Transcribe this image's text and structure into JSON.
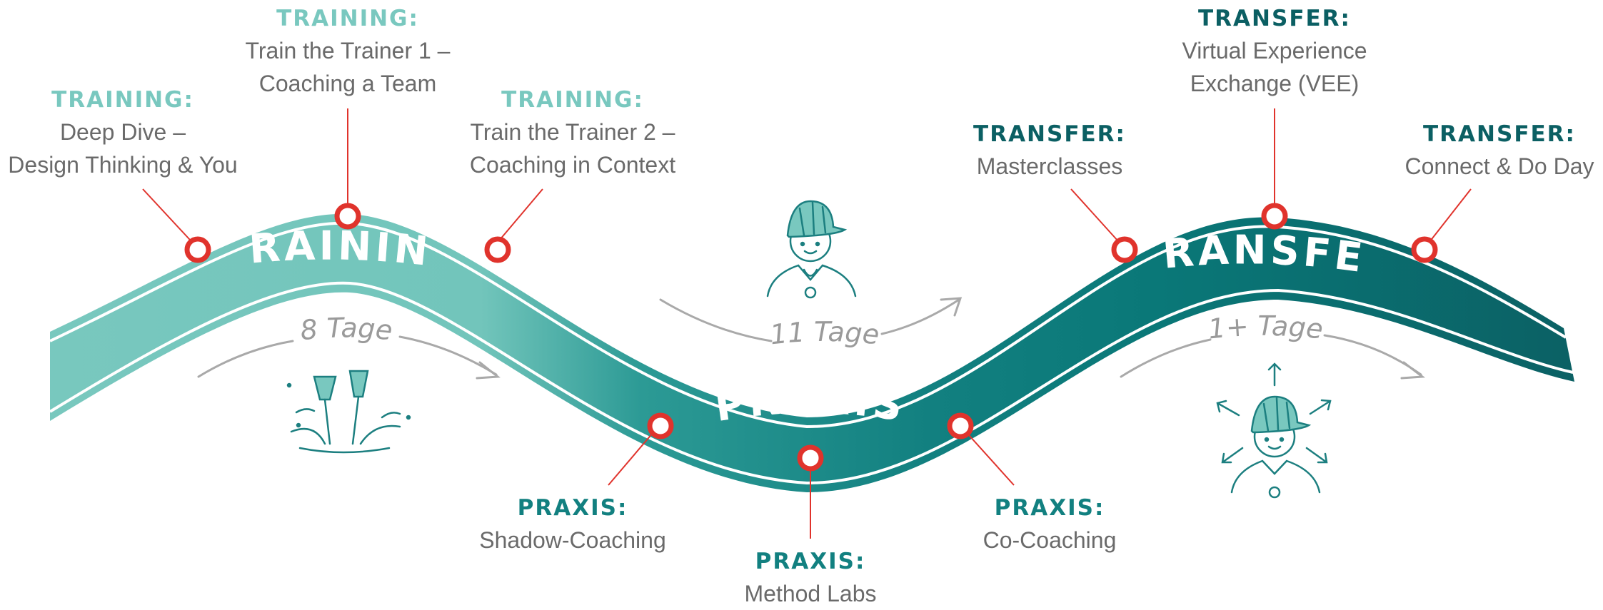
{
  "colors": {
    "training": "#79c8bf",
    "praxis": "#128080",
    "transfer": "#0b5f63",
    "marker": "#e0332c",
    "arrow": "#a9a9a9",
    "duration": "#9a9a9a",
    "body_text": "#6a6a6a"
  },
  "band": {
    "training": "TRAINING",
    "praxis": "PRAXIS",
    "transfer": "TRANSFER"
  },
  "durations": {
    "training": "8 Tage",
    "praxis": "11 Tage",
    "transfer": "1+ Tage"
  },
  "labels": {
    "deep_dive": {
      "heading": "TRAINING:",
      "lines": [
        "Deep Dive –",
        "Design Thinking & You"
      ]
    },
    "ttt1": {
      "heading": "TRAINING:",
      "lines": [
        "Train the Trainer 1 –",
        "Coaching a Team"
      ]
    },
    "ttt2": {
      "heading": "TRAINING:",
      "lines": [
        "Train the Trainer 2 –",
        "Coaching in Context"
      ]
    },
    "shadow": {
      "heading": "PRAXIS:",
      "lines": [
        "Shadow-Coaching"
      ]
    },
    "method_labs": {
      "heading": "PRAXIS:",
      "lines": [
        "Method Labs"
      ]
    },
    "co_coaching": {
      "heading": "PRAXIS:",
      "lines": [
        "Co-Coaching"
      ]
    },
    "masterclasses": {
      "heading": "TRANSFER:",
      "lines": [
        "Masterclasses"
      ]
    },
    "vee": {
      "heading": "TRANSFER:",
      "lines": [
        "Virtual Experience",
        "Exchange (VEE)"
      ]
    },
    "connect": {
      "heading": "TRANSFER:",
      "lines": [
        "Connect & Do Day"
      ]
    }
  },
  "icons": {
    "training": "swimming-fins-icon",
    "praxis": "coach-with-whistle-icon",
    "transfer": "coach-radiating-arrows-icon",
    "milestone": "milestone-marker-icon"
  }
}
